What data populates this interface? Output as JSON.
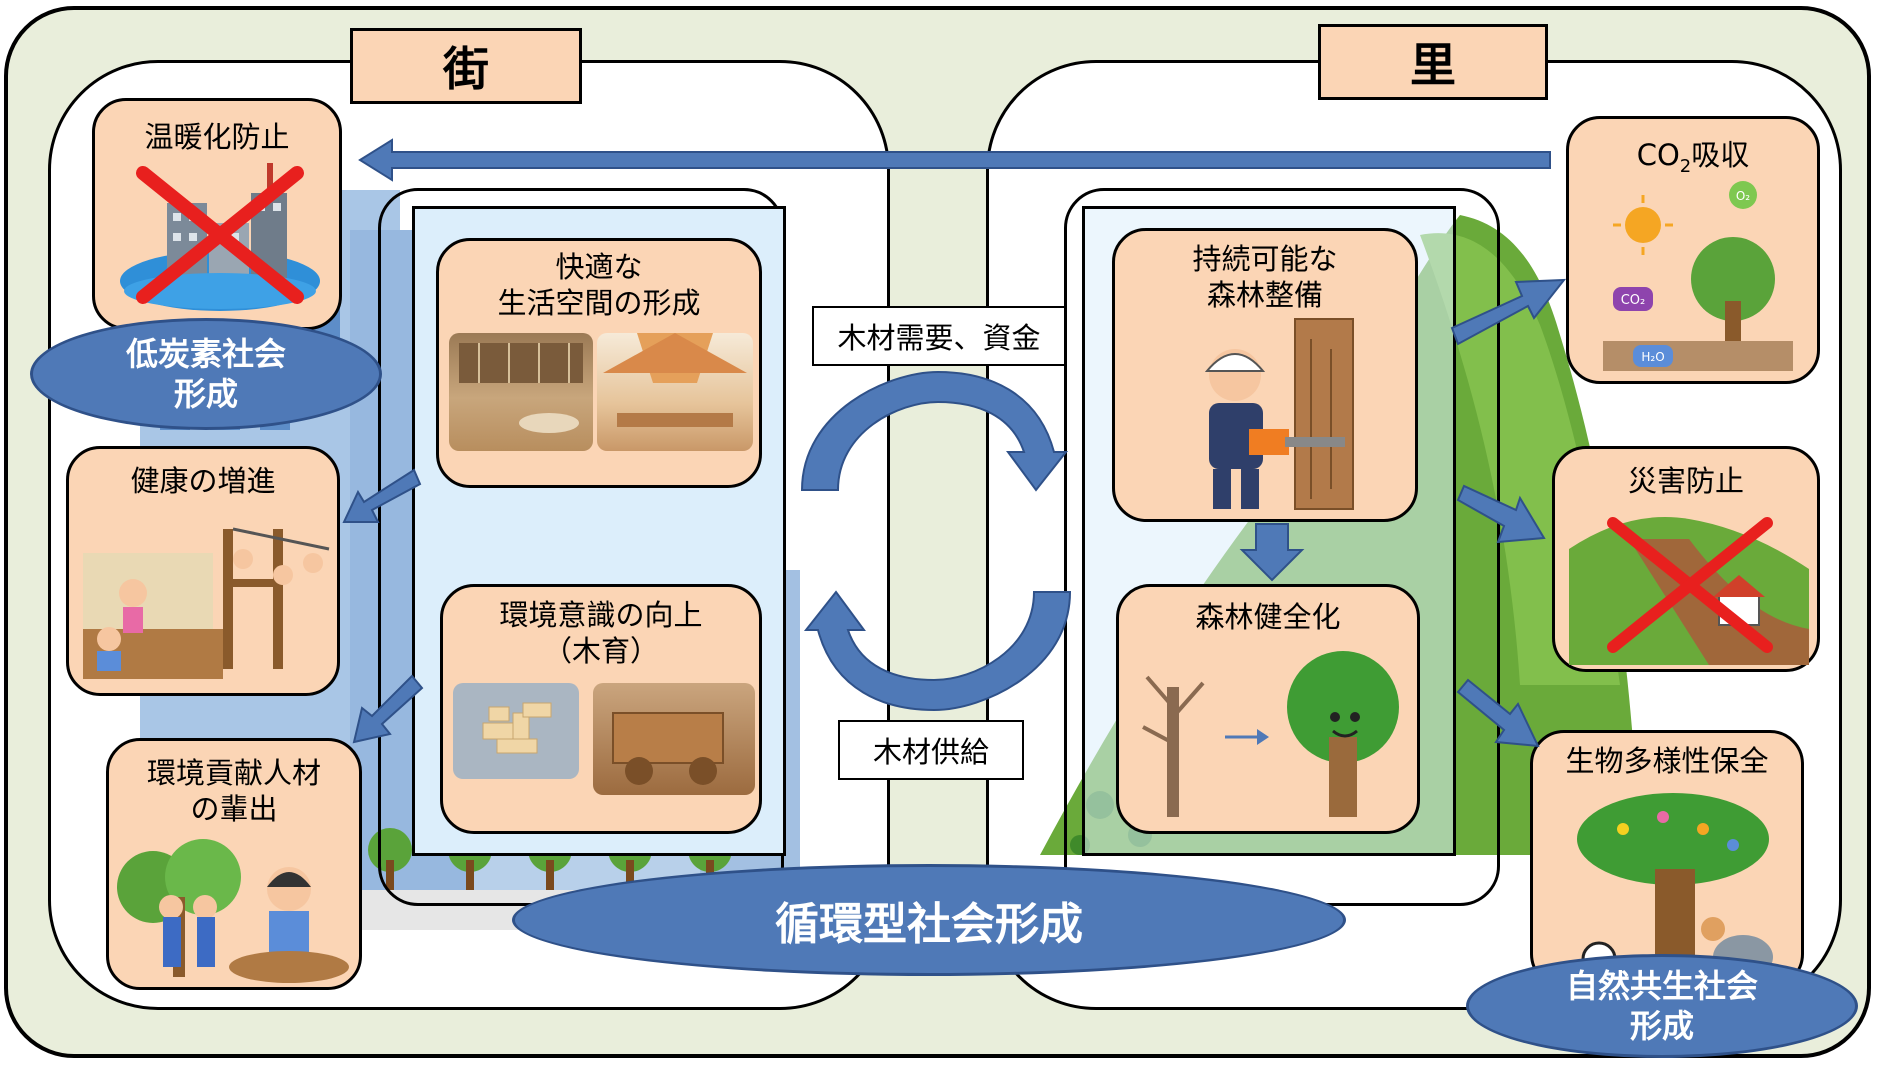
{
  "regions": {
    "machi": {
      "label": "街"
    },
    "sato": {
      "label": "里"
    }
  },
  "cards": {
    "warming_prevention": {
      "title": "温暖化防止"
    },
    "health": {
      "title": "健康の増進"
    },
    "eco_talent": {
      "line1": "環境貢献人材",
      "line2": "の輩出"
    },
    "comfortable_space": {
      "line1": "快適な",
      "line2": "生活空間の形成"
    },
    "env_awareness": {
      "line1": "環境意識の向上",
      "line2": "（木育）"
    },
    "sustainable_forest": {
      "line1": "持続可能な",
      "line2": "森林整備"
    },
    "forest_health": {
      "title": "森林健全化"
    },
    "co2_absorption": {
      "prefix": "CO",
      "sub": "2",
      "suffix": "吸収"
    },
    "disaster_prevention": {
      "title": "災害防止"
    },
    "biodiversity": {
      "title": "生物多様性保全"
    }
  },
  "ellipses": {
    "low_carbon": {
      "line1": "低炭素社会",
      "line2": "形成"
    },
    "circular": {
      "text": "循環型社会形成"
    },
    "nature_coexist": {
      "line1": "自然共生社会",
      "line2": "形成"
    }
  },
  "flows": {
    "demand": "木材需要、資金",
    "supply": "木材供給"
  },
  "icon_labels": {
    "o2": "O₂",
    "co2": "CO₂",
    "h2o": "H₂O"
  },
  "colors": {
    "card_fill": "#fbd5b5",
    "ellipse_fill": "#4f79b7",
    "arrow_blue": "#4f79b7",
    "background": "#e9eedb",
    "cross_red": "#e8201e",
    "mountain_green": "#6aaa3a"
  }
}
